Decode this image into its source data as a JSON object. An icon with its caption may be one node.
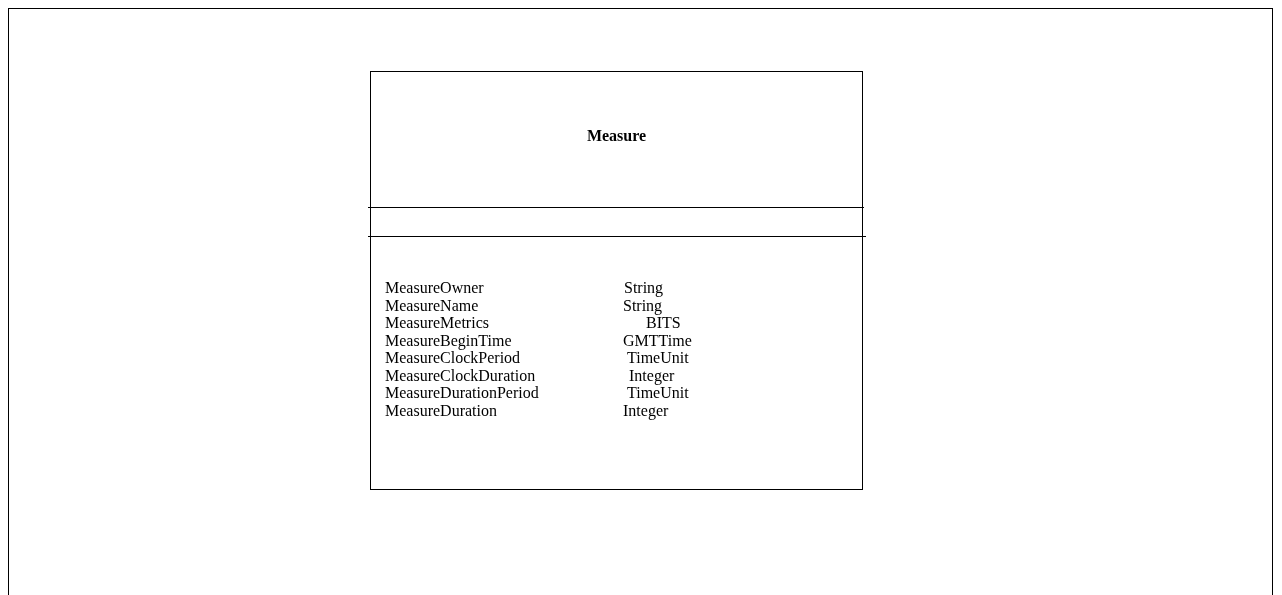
{
  "diagram": {
    "nodes": [
      {
        "text": [
          "Measure",
          "MeasureOwner",
          "String",
          "MeasureName",
          "String",
          "MeasureMetrics",
          "BITS",
          "MeasureBeginTime",
          "GMTTime",
          "MeasureClockPeriod",
          "TimeUnit",
          "MeasureClockDuration",
          "Integer",
          "MeasureDurationPeriod",
          "TimeUnit",
          "MeasureDuration",
          "Integer"
        ]
      }
    ]
  }
}
